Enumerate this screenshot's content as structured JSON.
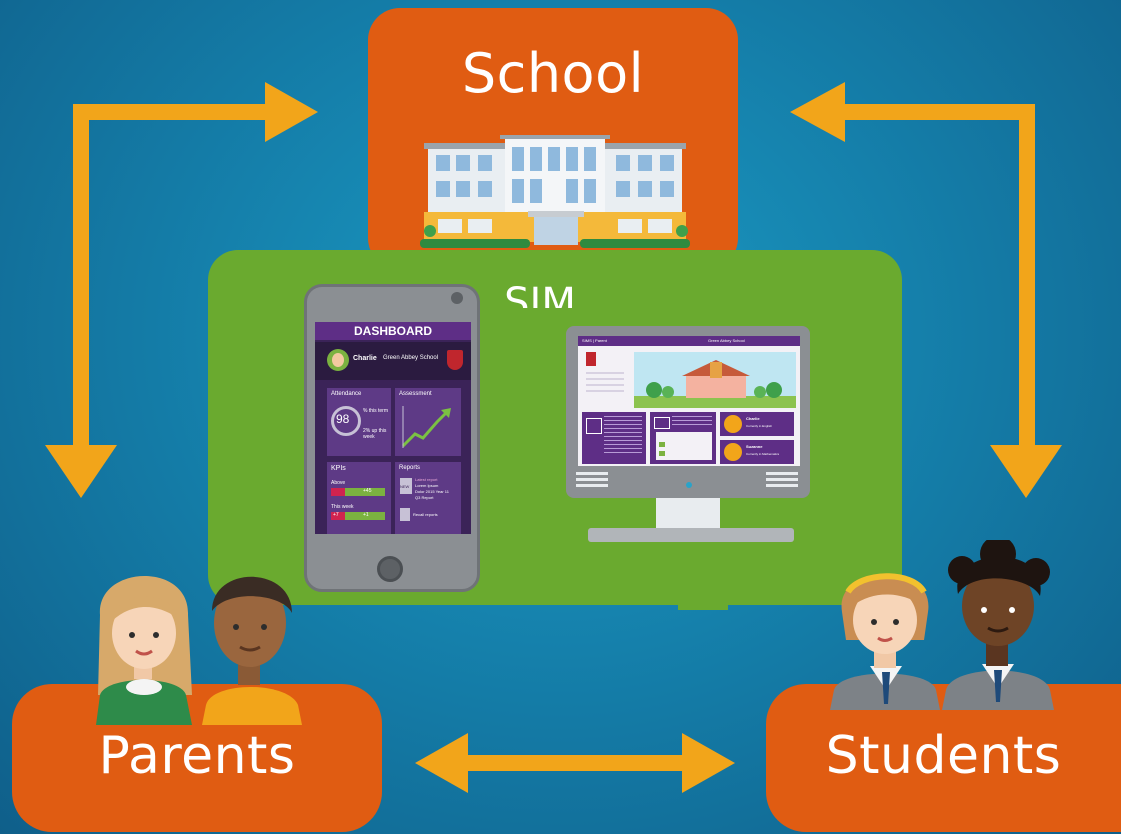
{
  "nodes": {
    "school": "School",
    "parents": "Parents",
    "students": "Students"
  },
  "center_label": "SIM",
  "tablet": {
    "header": "DASHBOARD",
    "user": "Charlie",
    "school": "Green Abbey School",
    "attendance_title": "Attendance",
    "attendance_value": "98",
    "attendance_pct_label": "% this term",
    "attendance_change": "2% up this week",
    "assessment_title": "Assessment",
    "kpis_title": "KPIs",
    "kpi_above": "Above",
    "kpi_above_value": "+45",
    "kpi_week": "This week",
    "kpi_week_left": "+7",
    "kpi_week_value": "+1",
    "reports_title": "Reports",
    "report_new": "NEW",
    "report_line1": "Latest report",
    "report_line2": "Lorem Ipsum",
    "report_line3": "Dolor 2015 Year 11",
    "report_line4": "Q3 Report",
    "report_all": "Recall reports"
  },
  "monitor": {
    "topbar_left": "SIMS | Parent",
    "topbar_right": "Green Abbey School",
    "card1_name": "Charlie",
    "card1_sub": "Currently in English",
    "card2_name": "Suzanne",
    "card2_sub": "Currently in Mathematics"
  },
  "colors": {
    "node_orange": "#e05c12",
    "sims_green": "#6aaa2f",
    "arrow_gold": "#f2a51a",
    "dashboard_purple": "#5e2e86",
    "background_blue": "#1580ab"
  }
}
